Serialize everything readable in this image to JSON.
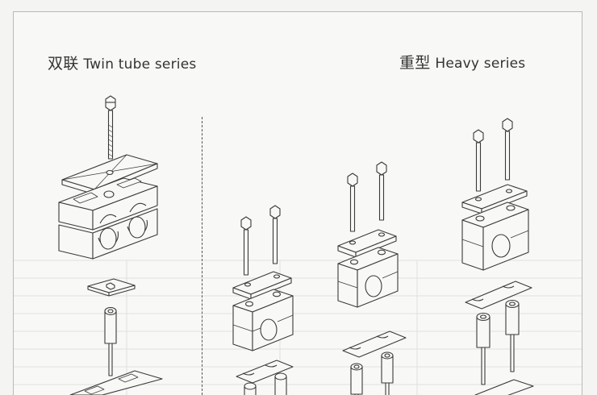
{
  "sections": {
    "twin": {
      "title_cn": "双联",
      "title_en": "Twin tube series"
    },
    "heavy": {
      "title_cn": "重型",
      "title_en": "Heavy series"
    }
  },
  "colors": {
    "paper": "#f8f8f6",
    "line": "#3a3a3a",
    "ghost_table": "#9a9a9a"
  }
}
